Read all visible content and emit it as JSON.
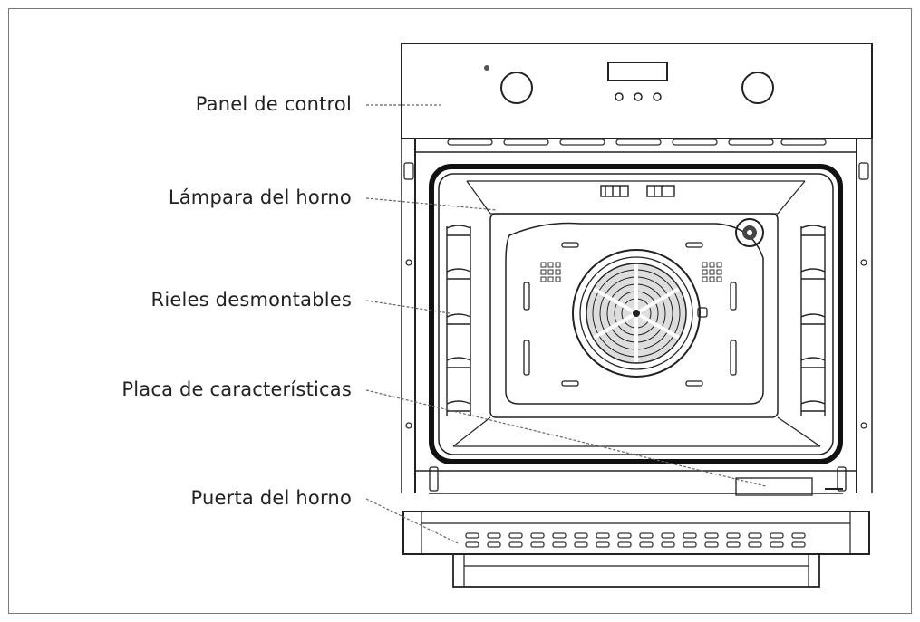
{
  "labels": {
    "control_panel": "Panel de control",
    "oven_lamp": "Lámpara del horno",
    "removable_rails": "Rieles desmontables",
    "rating_plate": "Placa de características",
    "oven_door": "Puerta del horno"
  }
}
